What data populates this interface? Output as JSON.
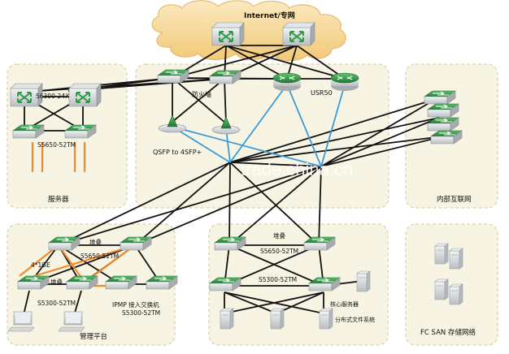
{
  "labels": {
    "cloud": "Internet/专网",
    "firewall": "防火墙",
    "usr": "USR50",
    "s6300": "S6300-24X",
    "s5650_top": "S5650-52TM",
    "qsfp": "QSFP to 4SFP+",
    "watermark": "trade.china.cn",
    "servers": "服务器",
    "intranet": "内部互联网",
    "stack_left": "堆叠",
    "s5650_left": "S5650-52TM",
    "gig": "4*1GE",
    "stack_left2": "堆叠",
    "s5300_left": "S5300-52TM",
    "ipmp": "IPMP 接入交换机",
    "s5300_ipmp": "S5300-52TM",
    "mgmt": "管理平台",
    "stack_mid": "堆叠",
    "s5650_mid": "S5650-52TM",
    "s5300_mid": "S5300-52TM",
    "core_srv": "核心服务器",
    "dfs": "分布式文件系统",
    "fcsan": "FC SAN 存储网络"
  },
  "colors": {
    "zone_fill": "#f7f4e3",
    "zone_stroke": "#d9d2aa",
    "link_black": "#111111",
    "link_blue": "#3a9bd8",
    "link_orange": "#f08a2b",
    "device_green": "#2f9a46",
    "device_silver": "#cfd3d6",
    "cloud": "#f7dca0"
  },
  "icons": [
    "router-icon",
    "switch-icon",
    "firewall-icon",
    "server-icon",
    "computer-icon",
    "cloud-icon"
  ]
}
